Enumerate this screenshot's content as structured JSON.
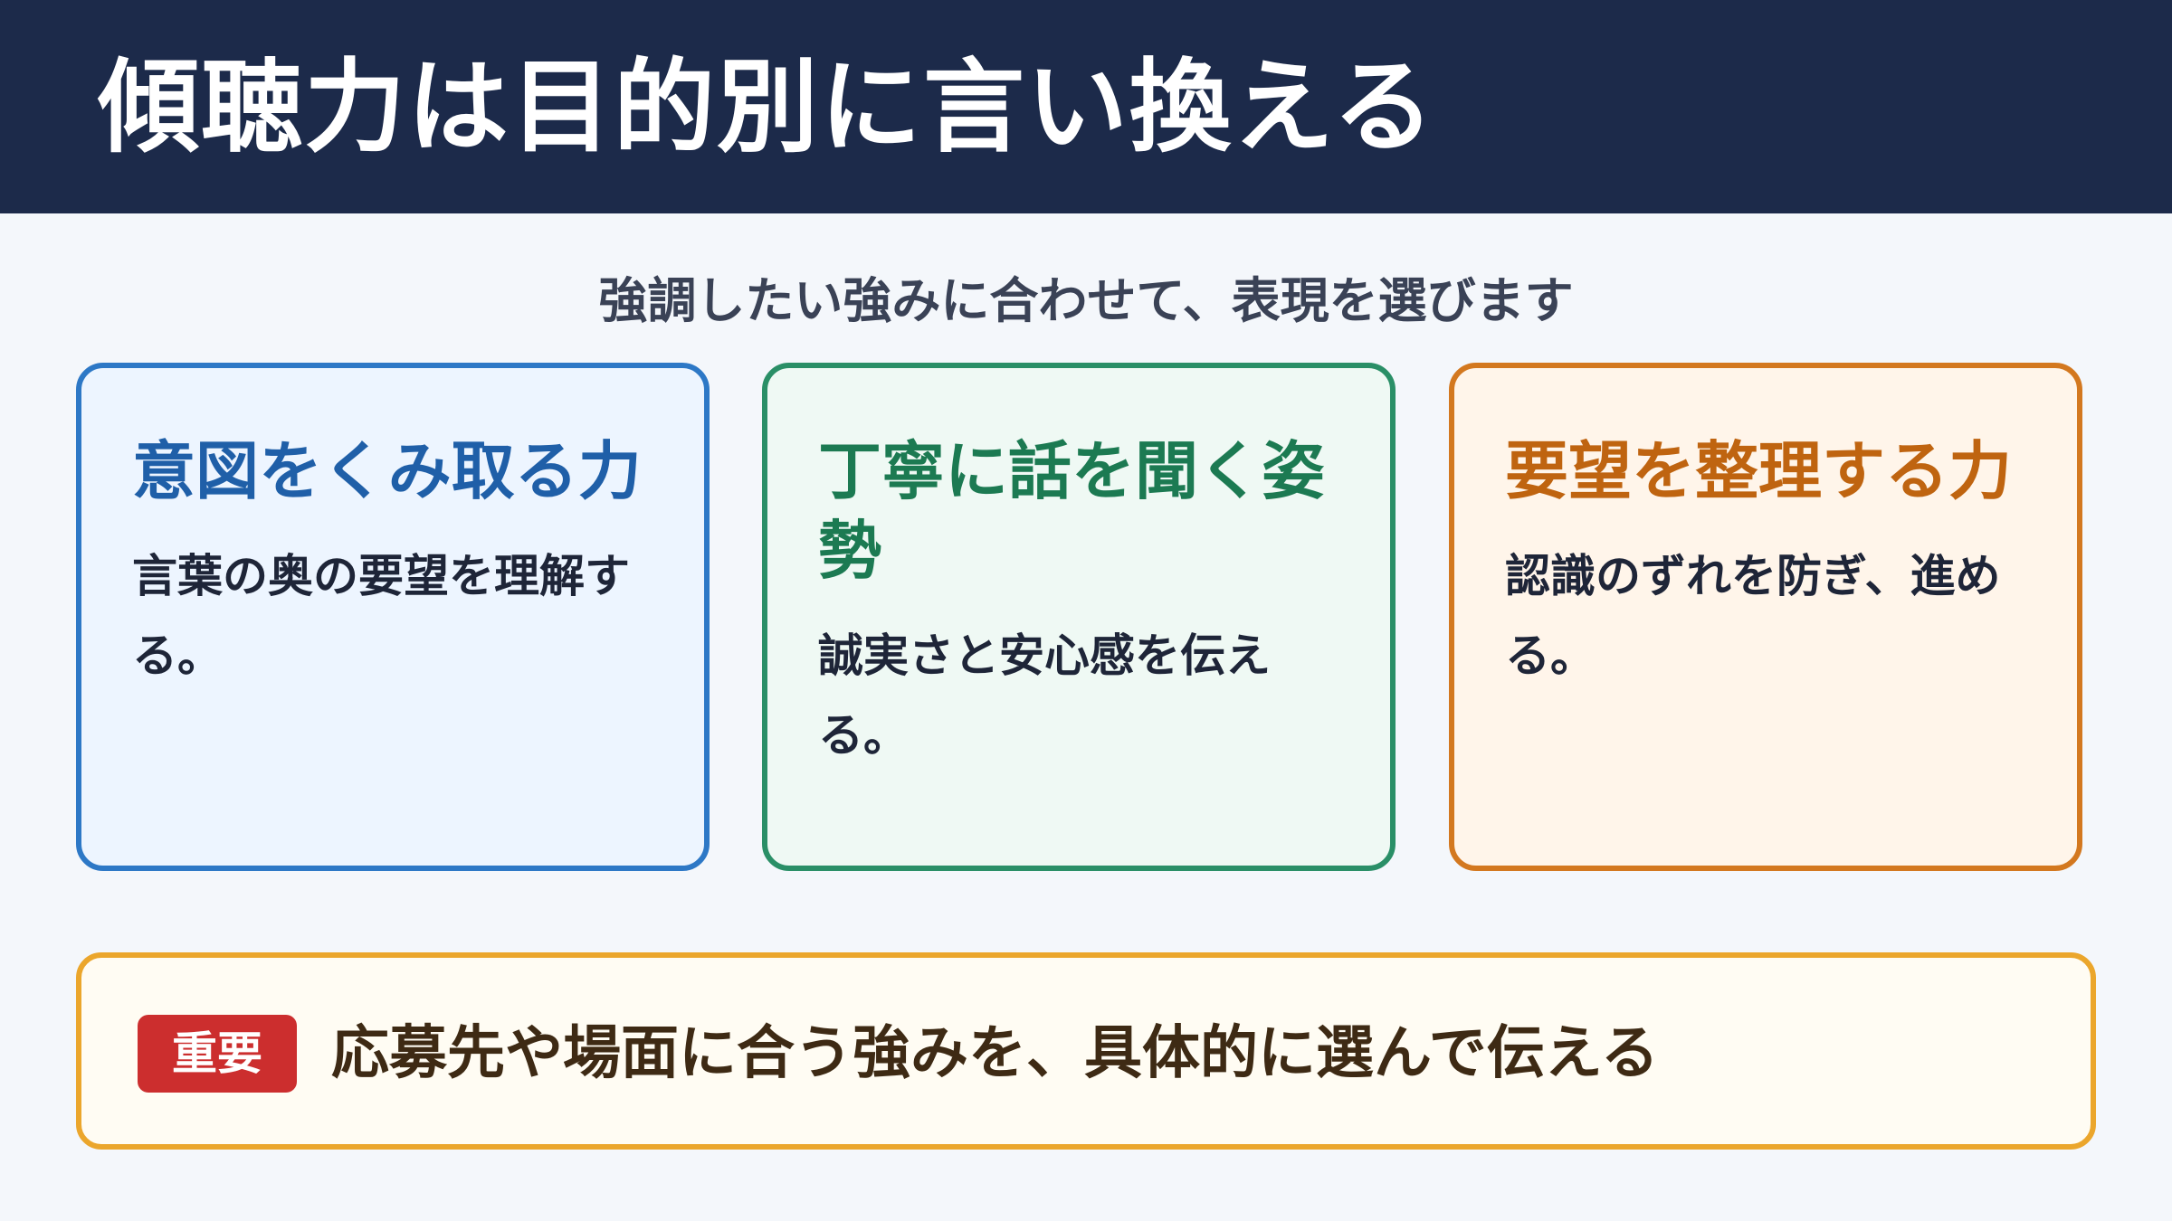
{
  "header": {
    "title": "傾聴力は目的別に言い換える"
  },
  "subtitle": "強調したい強みに合わせて、表現を選びます",
  "cards": [
    {
      "title": "意図をくみ取る力",
      "description": "言葉の奥の要望を理解する。",
      "accent": "#2d78c6"
    },
    {
      "title": "丁寧に話を聞く姿勢",
      "description": "誠実さと安心感を伝える。",
      "accent": "#2a8f67"
    },
    {
      "title": "要望を整理する力",
      "description": "認識のずれを防ぎ、進める。",
      "accent": "#d3781f"
    }
  ],
  "note": {
    "badge": "重要",
    "text": "応募先や場面に合う強みを、具体的に選んで伝える",
    "badge_color": "#cc2e2e",
    "border_color": "#eba62c"
  }
}
